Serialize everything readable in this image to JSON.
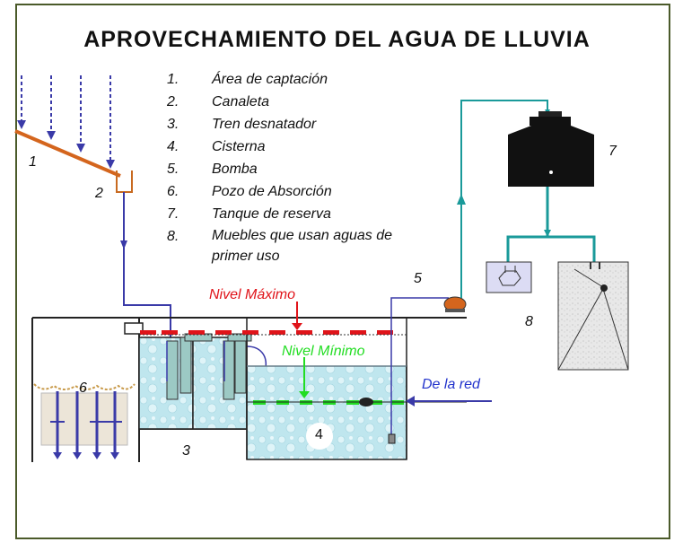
{
  "title": "APROVECHAMIENTO DEL AGUA DE LLUVIA",
  "legend": [
    {
      "num": "1.",
      "text": " Área de captación"
    },
    {
      "num": "2.",
      "text": "Canaleta"
    },
    {
      "num": "3.",
      "text": "Tren desnatador"
    },
    {
      "num": "4.",
      "text": "Cisterna"
    },
    {
      "num": "5.",
      "text": "Bomba"
    },
    {
      "num": "6.",
      "text": "Pozo de Absorción"
    },
    {
      "num": "7.",
      "text": "Tanque de reserva"
    },
    {
      "num": "8.",
      "text": "Muebles que usan aguas de primer uso"
    }
  ],
  "labels": {
    "n1": "1",
    "n2": "2",
    "n3": "3",
    "n4": "4",
    "n5": "5",
    "n6": "6",
    "n7": "7",
    "n8": "8",
    "nivel_maximo": "Nivel Máximo",
    "nivel_minimo": "Nivel Mínimo",
    "de_la_red": "De la red"
  },
  "colors": {
    "max_level": "#e0141a",
    "min_level": "#22dd22",
    "pipe_blue": "#3a3aa8",
    "pipe_teal": "#1a9a9a",
    "red_text": "#e0141a",
    "water": "#bfe6ee"
  }
}
